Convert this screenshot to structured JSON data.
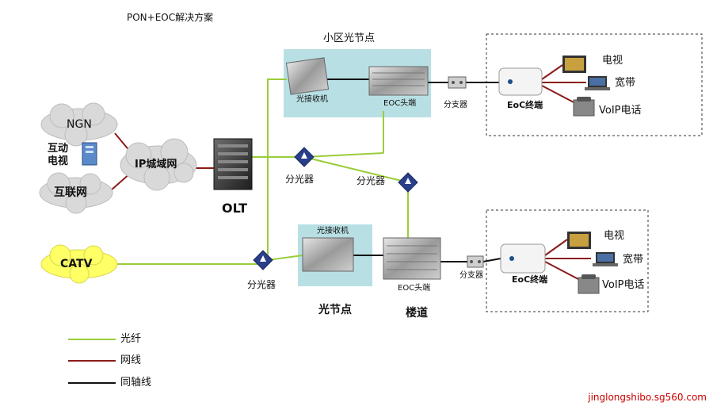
{
  "title": "PON+EOC解决方案",
  "colors": {
    "fiber": "#9acd3a",
    "network_cable": "#8b1a1a",
    "coax": "#111111",
    "node_box": "#b8e0e4",
    "cloud": "#d9d9d9",
    "splitter": "#2a3f8a",
    "watermark": "#cc0000"
  },
  "clouds": {
    "ngn": "NGN",
    "ip_metro": "IP城域网",
    "internet": "互联网",
    "catv": "CATV"
  },
  "iptv_label": "互动\n电视",
  "olt_label": "OLT",
  "upper_section": {
    "title": "小区光节点",
    "optical_receiver": "光接收机",
    "eoc_head": "EOC头端",
    "splitter": "分支器",
    "terminal": "EoC终端",
    "devices": [
      "电视",
      "宽带",
      "VoIP电话"
    ]
  },
  "lower_section": {
    "optical_receiver": "光接收机",
    "eoc_head": "EOC头端",
    "splitter": "分支器",
    "terminal": "EoC终端",
    "devices": [
      "电视",
      "宽带",
      "VoIP电话"
    ],
    "label_optical_node": "光节点",
    "label_building": "楼道"
  },
  "optical_splitters": [
    "分光器",
    "分光器",
    "分光器"
  ],
  "legend": [
    {
      "label": "光纤",
      "color": "#9acd3a"
    },
    {
      "label": "网线",
      "color": "#8b1a1a"
    },
    {
      "label": "同轴线",
      "color": "#111111"
    }
  ],
  "watermark": "jinglongshibo.sg560.com"
}
